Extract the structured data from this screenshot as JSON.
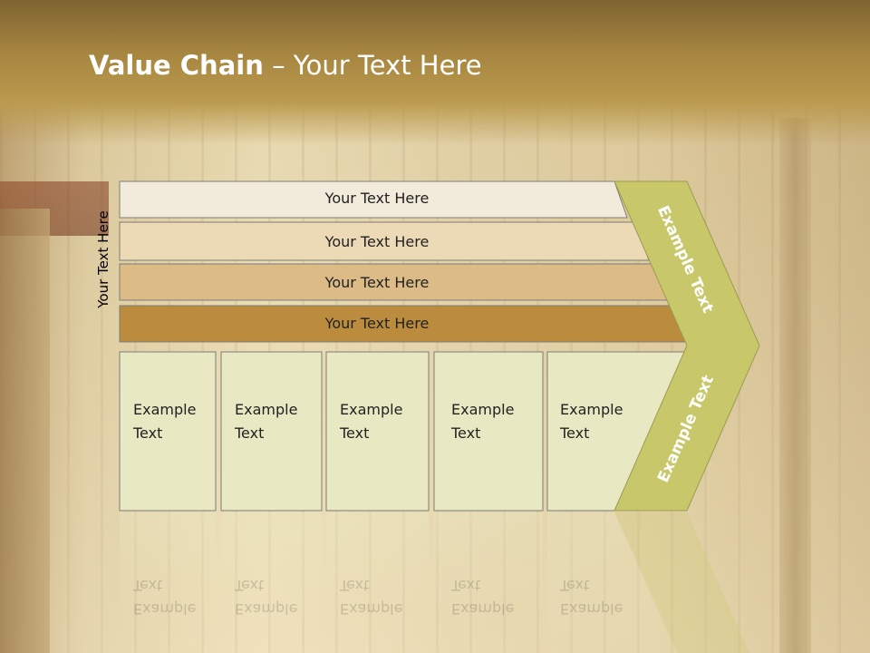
{
  "title": {
    "bold": "Value Chain",
    "rest": " – Your Text Here"
  },
  "side_label": "Your Text Here",
  "bands": [
    {
      "label": "Your Text Here",
      "fill": "#f2eadb"
    },
    {
      "label": "Your Text Here",
      "fill": "#ecd9b6"
    },
    {
      "label": "Your Text Here",
      "fill": "#dcbb86"
    },
    {
      "label": "Your Text Here",
      "fill": "#bb8c3e"
    }
  ],
  "cells": [
    {
      "label": "Example\nText"
    },
    {
      "label": "Example\nText"
    },
    {
      "label": "Example\nText"
    },
    {
      "label": "Example\nText"
    },
    {
      "label": "Example\nText"
    }
  ],
  "chevron": {
    "upper_label": "Example Text",
    "lower_label": "Example Text",
    "fill": "#c8c86a"
  },
  "colors": {
    "cell_fill": "#e8e8c2",
    "outline": "#7d7d78"
  }
}
